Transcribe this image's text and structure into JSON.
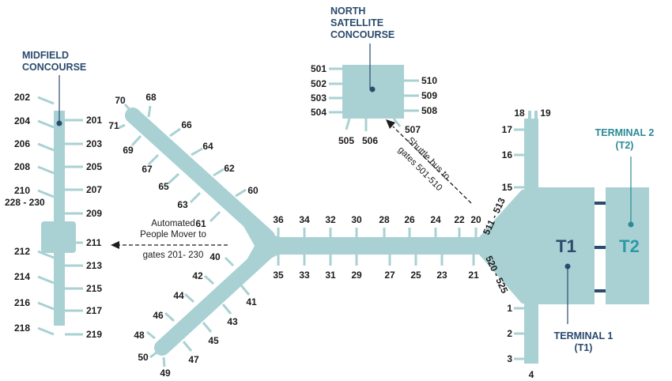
{
  "colors": {
    "building": "#a9d1d3",
    "label_navy": "#2a4a6e",
    "label_teal": "#2a8a96",
    "text": "#1c1c1c",
    "connector": "#2a4a6e"
  },
  "labels": {
    "midfield": [
      "MIDFIELD",
      "CONCOURSE"
    ],
    "north": [
      "NORTH",
      "SATELLITE",
      "CONCOURSE"
    ],
    "terminal1": [
      "TERMINAL 1",
      "(T1)"
    ],
    "terminal2": [
      "TERMINAL 2",
      "(T2)"
    ],
    "t1": "T1",
    "t2": "T2",
    "range_228_230": "228 - 230",
    "range_511_513": "511 - 513",
    "range_520_525": "520 - 525"
  },
  "notes": {
    "people_mover": [
      "Automated",
      "People Mover to",
      "gates 201- 230"
    ],
    "shuttle": [
      "Shuttle bus to",
      "gates 501-510"
    ]
  },
  "gates": {
    "midfield_left": [
      "202",
      "204",
      "206",
      "208",
      "210",
      "212",
      "214",
      "216",
      "218"
    ],
    "midfield_right": [
      "201",
      "203",
      "205",
      "207",
      "209",
      "211",
      "213",
      "215",
      "217",
      "219"
    ],
    "north_left": [
      "501",
      "502",
      "503",
      "504"
    ],
    "north_right": [
      "510",
      "509",
      "508",
      "507"
    ],
    "north_bottom": [
      "505",
      "506"
    ],
    "concourse_a_top": [
      "36",
      "34",
      "32",
      "30",
      "28",
      "26",
      "24",
      "22",
      "20"
    ],
    "concourse_a_bottom": [
      "35",
      "33",
      "31",
      "29",
      "27",
      "25",
      "23",
      "21"
    ],
    "arm_upper_top": [
      "70",
      "68",
      "66",
      "64",
      "62",
      "60"
    ],
    "arm_upper_bottom": [
      "71",
      "69",
      "67",
      "65",
      "63",
      "61"
    ],
    "arm_lower_top": [
      "48",
      "46",
      "44",
      "42",
      "40"
    ],
    "arm_lower_bottom": [
      "50",
      "49",
      "47",
      "45",
      "43",
      "41"
    ],
    "t1_upper": [
      "18",
      "19",
      "17",
      "16",
      "15"
    ],
    "t1_lower": [
      "1",
      "2",
      "3",
      "4"
    ]
  }
}
